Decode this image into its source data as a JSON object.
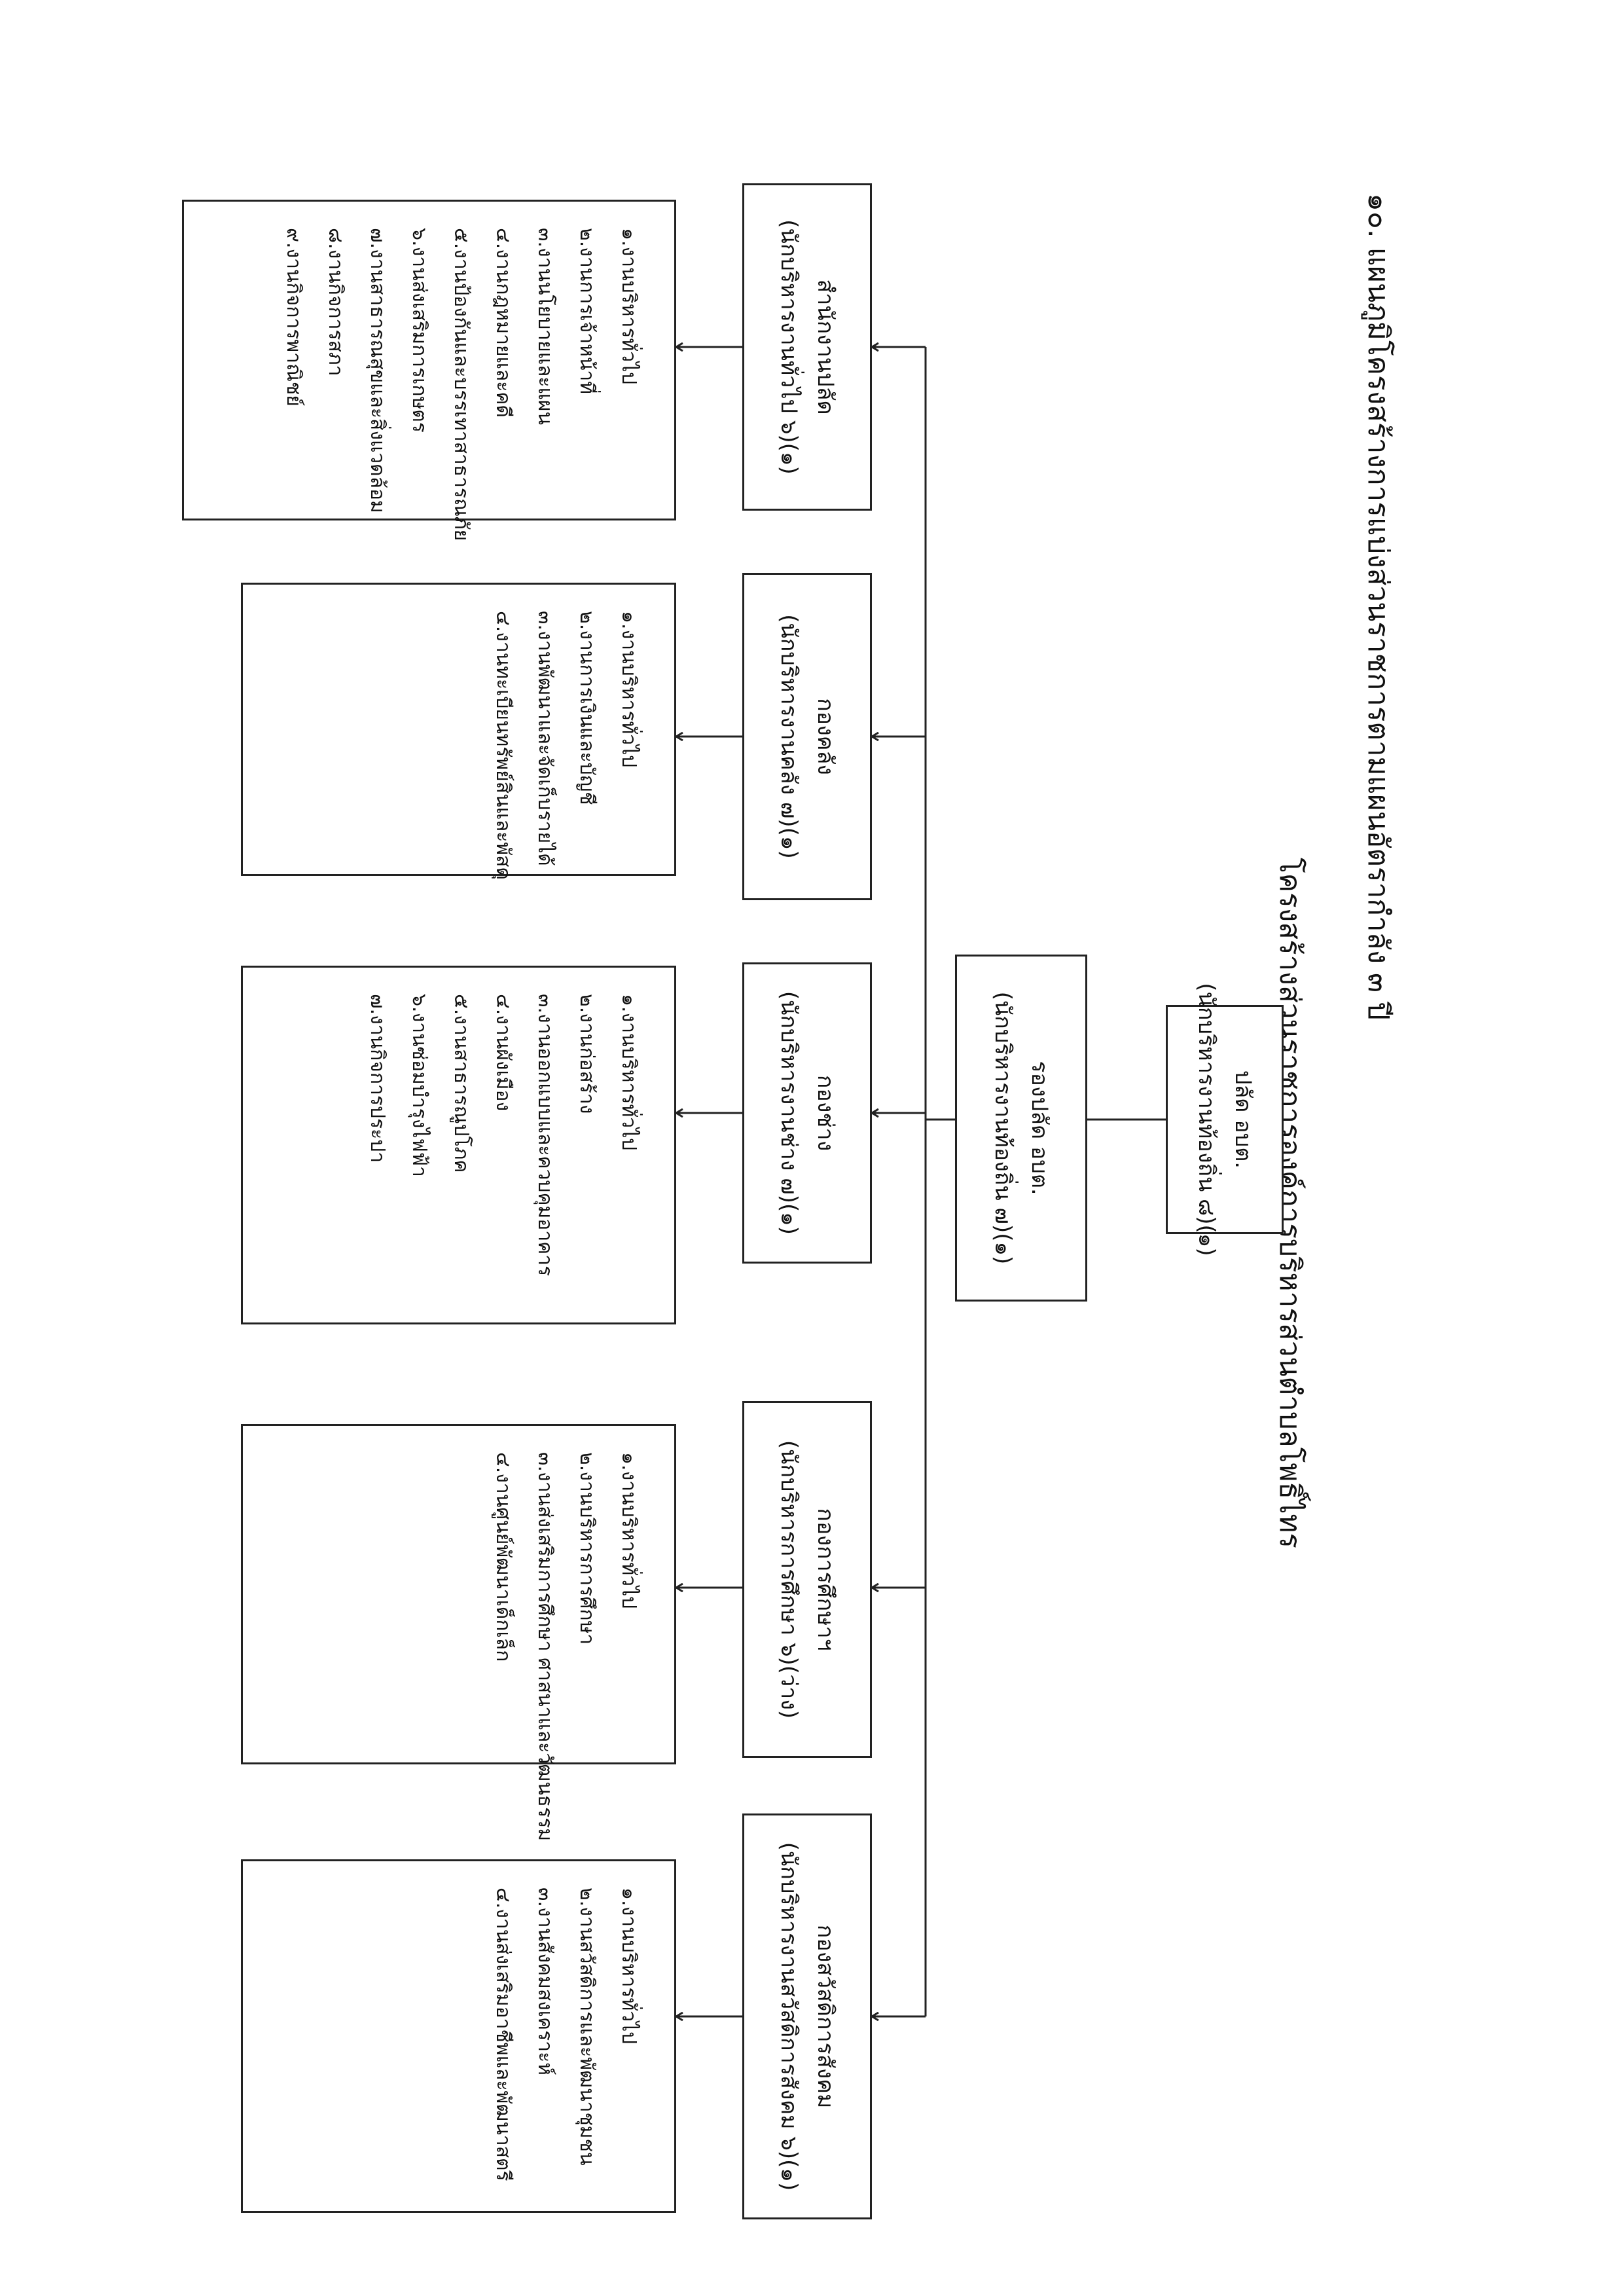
{
  "plan_title": "๑๐. แผนภูมิโครงสร้างการแบ่งส่วนราชการตามแผนอัตรากำลัง ๓ ปี",
  "org_title": "โครงสร้างส่วนราชการองค์การบริหารส่วนตำบลโพธิ์ไทร",
  "chief": {
    "title": "ปลัด อบต.",
    "position": "(นักบริหารงานท้องถิ่น ๘)(๑)"
  },
  "deputy": {
    "title": "รองปลัด อบต.",
    "position": "(นักบริหารงานท้องถิ่น ๗)(๑)"
  },
  "divisions": [
    {
      "name": "สำนักงานปลัด",
      "position": "(นักบริหารงานทั่วไป ๖)(๑)",
      "tasks": [
        "๑.งานบริหารทั่วไป",
        "๒.งานการเจ้าหน้าที่",
        "๓.งานนโยบายและแผน",
        "๔.งานกฎหมายและคดี",
        "๕.งานป้องกันและบรรเทาสาธารณภัย",
        "๖.งานส่งเสริมการเกษตร",
        "๗.งานสาธารณสุขและสิ่งแวดล้อม",
        "๘.งานกิจการสภา",
        "๙.งานกิจการพาณิชย์"
      ]
    },
    {
      "name": "กองคลัง",
      "position": "(นักบริหารงานคลัง ๗)(๑)",
      "tasks": [
        "๑.งานบริหารทั่วไป",
        "๒.งานการเงินและบัญชี",
        "๓.งานพัฒนาและจัดเก็บรายได้",
        "๔.งานทะเบียนทรัพย์สินและพัสดุ"
      ]
    },
    {
      "name": "กองช่าง",
      "position": "(นักบริหารงานช่าง ๗)(๑)",
      "tasks": [
        "๑.งานบริหารทั่วไป",
        "๒.งานก่อสร้าง",
        "๓.งานออกแบบและควบคุมอาคาร",
        "๔.งานผังเมือง",
        "๕.งานสาธารณูปโภค",
        "๖.งานซ่อมบำรุงไฟฟ้า",
        "๗.งานกิจการประปา"
      ]
    },
    {
      "name": "กองการศึกษาฯ",
      "position": "(นักบริหารการศึกษา ๖)(ว่าง)",
      "tasks": [
        "๑.งานบริหารทั่วไป",
        "๒.งานบริหารการศึกษา",
        "๓.งานส่งเสริมการศึกษา ศาสนาและวัฒนธรรม",
        "๔.งานศูนย์พัฒนาเด็กเล็ก"
      ]
    },
    {
      "name": "กองสวัสดิการสังคม",
      "position": "(นักบริหารงานสวัสดิการสังคม ๖)(๑)",
      "tasks": [
        "๑.งานบริหารทั่วไป",
        "๒.งานสวัสดิการและพัฒนาชุมชน",
        "๓.งานสังคมสงเคราะห์",
        "๔.งานส่งเสริมอาชีพและพัฒนาสตรี"
      ]
    }
  ]
}
